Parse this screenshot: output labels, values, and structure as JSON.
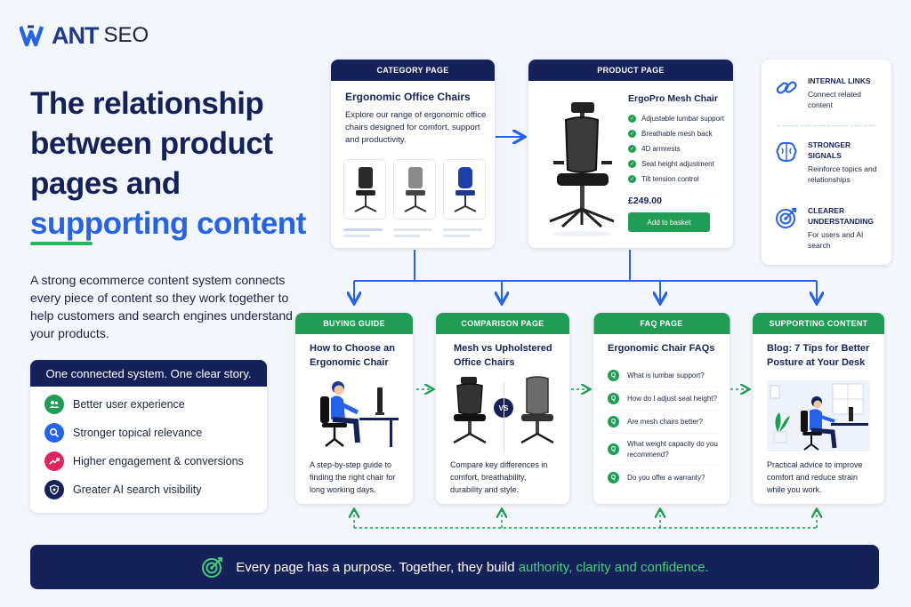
{
  "logo": {
    "brand_w": "W",
    "brand_rest": "ANT",
    "brand_seo": "SEO"
  },
  "headline": {
    "line1": "The relationship",
    "line2": "between product",
    "line3": "pages and",
    "line4": "supporting content"
  },
  "intro": "A strong ecommerce content system connects every piece of content so they work together to help customers and search engines understand your products.",
  "benefits": {
    "title": "One connected system. One clear story.",
    "items": [
      {
        "label": "Better user experience",
        "icon": "users-icon",
        "color": "#1f9d55"
      },
      {
        "label": "Stronger topical relevance",
        "icon": "search-icon",
        "color": "#2563eb"
      },
      {
        "label": "Higher engagement & conversions",
        "icon": "trend-icon",
        "color": "#e0245e"
      },
      {
        "label": "Greater AI search visibility",
        "icon": "shield-icon",
        "color": "#15225a"
      }
    ]
  },
  "category": {
    "tab": "CATEGORY PAGE",
    "title": "Ergonomic Office Chairs",
    "text": "Explore our range of ergonomic office chairs designed for comfort, support and productivity."
  },
  "product": {
    "tab": "PRODUCT PAGE",
    "title": "ErgoPro Mesh Chair",
    "features": [
      "Adjustable lumbar support",
      "Breathable mesh back",
      "4D armrests",
      "Seat height adjustment",
      "Tilt tension control"
    ],
    "price": "£249.00",
    "button": "Add to basket"
  },
  "side": {
    "items": [
      {
        "title": "INTERNAL LINKS",
        "text": "Connect related content",
        "icon": "link-icon"
      },
      {
        "title": "STRONGER SIGNALS",
        "text": "Reinforce topics and relationships",
        "icon": "brain-icon"
      },
      {
        "title": "CLEARER UNDERSTANDING",
        "text": "For users and AI search",
        "icon": "target-icon"
      }
    ]
  },
  "guide": {
    "tab": "BUYING GUIDE",
    "title": "How to Choose an Ergonomic Chair",
    "text": "A step-by-step guide to finding the right chair for long working days."
  },
  "comparison": {
    "tab": "COMPARISON PAGE",
    "title": "Mesh vs Upholstered Office Chairs",
    "vs": "VS",
    "text": "Compare key differences in comfort, breathability, durability and style."
  },
  "faq": {
    "tab": "FAQ PAGE",
    "title": "Ergonomic Chair FAQs",
    "marker": "Q",
    "questions": [
      "What is lumbar support?",
      "How do I adjust seat height?",
      "Are mesh chairs better?",
      "What weight capacity do you recommend?",
      "Do you offer a warranty?"
    ]
  },
  "support": {
    "tab": "SUPPORTING CONTENT",
    "title": "Blog: 7 Tips for Better Posture at Your Desk",
    "text": "Practical advice to improve comfort and reduce strain while you work."
  },
  "footer": {
    "text": "Every page has a purpose. Together, they build",
    "highlight": "authority, clarity and confidence."
  },
  "colors": {
    "navy": "#15225a",
    "blue": "#2563eb",
    "green": "#1f9d55"
  }
}
